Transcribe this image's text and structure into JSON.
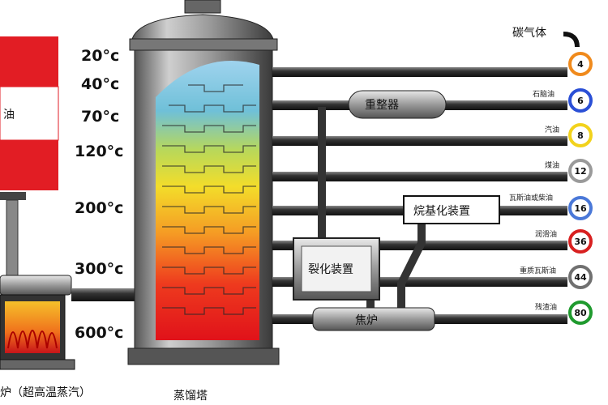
{
  "temperatures": [
    "20°c",
    "40°c",
    "70°c",
    "120°c",
    "200°c",
    "300°c",
    "600°c"
  ],
  "left_tank_label": "油",
  "furnace_label": "炉（超高温蒸汽）",
  "tower_label": "蒸馏塔",
  "gas_label": "碳气体",
  "units": {
    "reformer": "重整器",
    "alkylation": "烷基化装置",
    "cracker": "裂化装置",
    "coker": "焦炉"
  },
  "products": [
    {
      "label": "",
      "number": "4",
      "color": "#f08a1c"
    },
    {
      "label": "石脑油",
      "number": "6",
      "color": "#2a4fd6"
    },
    {
      "label": "汽油",
      "number": "8",
      "color": "#f2d21c"
    },
    {
      "label": "煤油",
      "number": "12",
      "color": "#9a9a9a"
    },
    {
      "label": "瓦斯油或柴油",
      "number": "16",
      "color": "#4a78d8"
    },
    {
      "label": "润滑油",
      "number": "36",
      "color": "#d82020"
    },
    {
      "label": "重质瓦斯油",
      "number": "44",
      "color": "#707070"
    },
    {
      "label": "残渣油",
      "number": "80",
      "color": "#1f9a2e"
    }
  ]
}
